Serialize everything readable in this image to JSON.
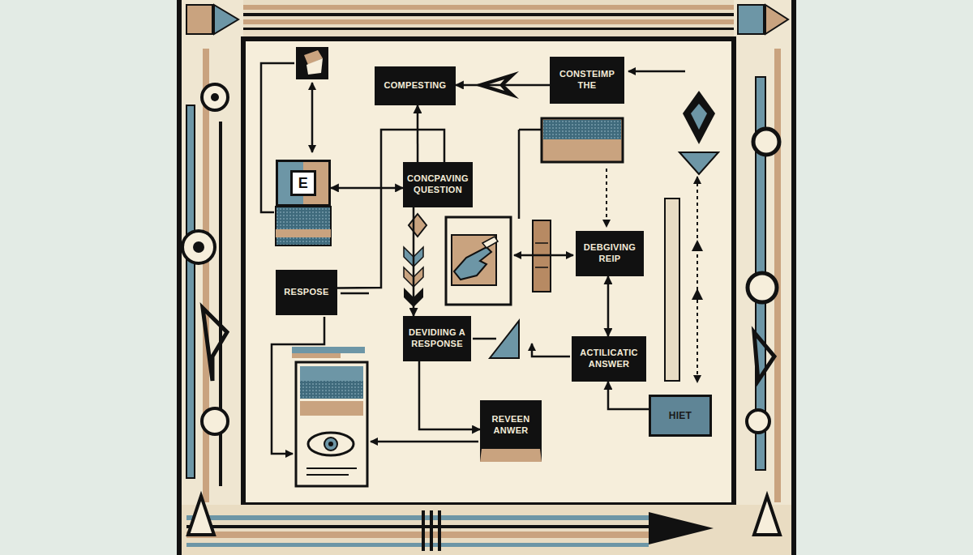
{
  "diagram": {
    "nodes": [
      {
        "text": [
          "COMPESTING"
        ]
      },
      {
        "text": [
          "CONSTEIMP THE"
        ]
      },
      {
        "text": [
          "E"
        ]
      },
      {
        "text": [
          "CONCPAVING QUESTION"
        ]
      },
      {
        "text": [
          "DEBGIVING REIP"
        ]
      },
      {
        "text": [
          "RESPOSE"
        ]
      },
      {
        "text": [
          "DEVIDIING A RESPONSE"
        ]
      },
      {
        "text": [
          "ACTILICATIC ANSWER"
        ]
      },
      {
        "text": [
          "REVEEN ANWER"
        ]
      },
      {
        "text": [
          "HIET"
        ]
      }
    ],
    "edges": [
      {
        "from": 3,
        "to": 0,
        "arrow": "to"
      },
      {
        "from": 1,
        "to": 0,
        "arrow": "to"
      },
      {
        "from": 2,
        "to": 3,
        "arrow": "both"
      },
      {
        "from": 3,
        "to": 6,
        "arrow": "to"
      },
      {
        "from": 4,
        "to": 7,
        "arrow": "both"
      },
      {
        "from": 9,
        "to": 7,
        "arrow": "to"
      },
      {
        "from": 6,
        "to": 8,
        "arrow": "to"
      },
      {
        "from": 5,
        "to": 3,
        "arrow": "none"
      }
    ]
  }
}
